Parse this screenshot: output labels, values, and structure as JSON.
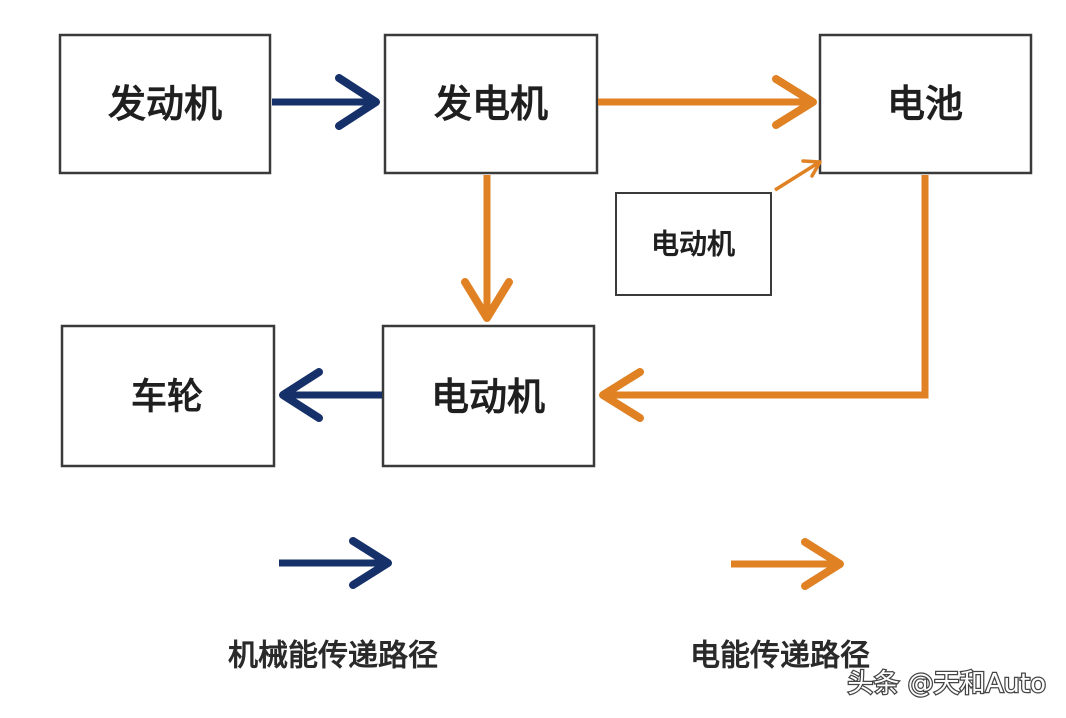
{
  "nodes": {
    "engine": "发动机",
    "generator": "发电机",
    "battery": "电池",
    "motor_small": "电动机",
    "wheels": "车轮",
    "motor": "电动机"
  },
  "legend": {
    "mechanical_label": "机械能传递路径",
    "electrical_label": "电能传递路径"
  },
  "watermark": "头条 @天和Auto",
  "colors": {
    "mechanical": "#16306a",
    "electrical": "#e08224",
    "border": "#3a3a3a"
  }
}
